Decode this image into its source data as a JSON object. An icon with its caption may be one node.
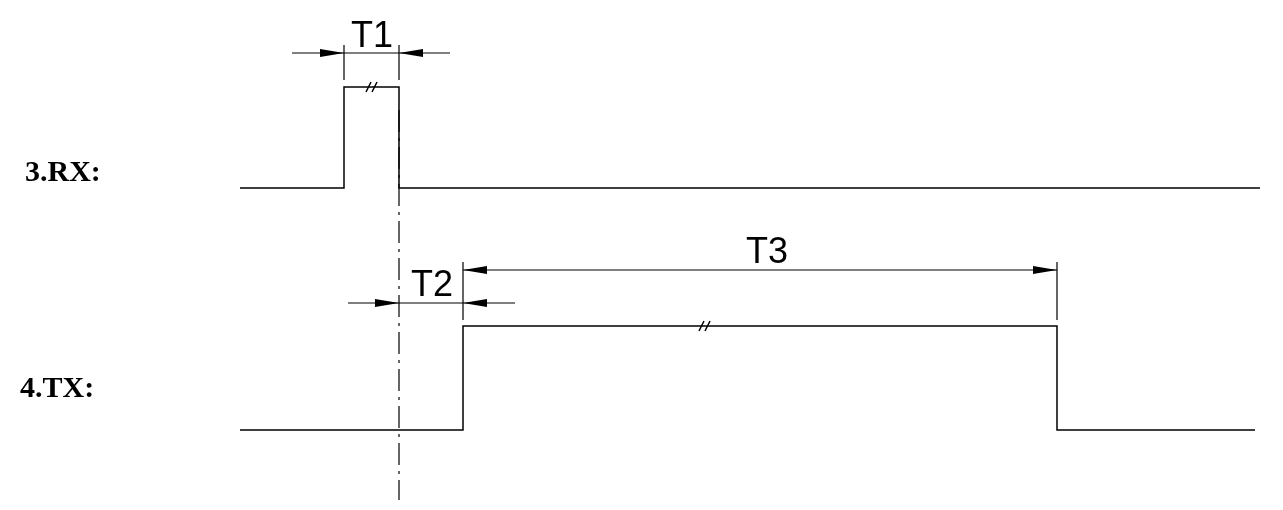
{
  "diagram": {
    "labels": [
      "T1",
      "3.RX:",
      "T3",
      "T2",
      "4.TX:"
    ]
  }
}
